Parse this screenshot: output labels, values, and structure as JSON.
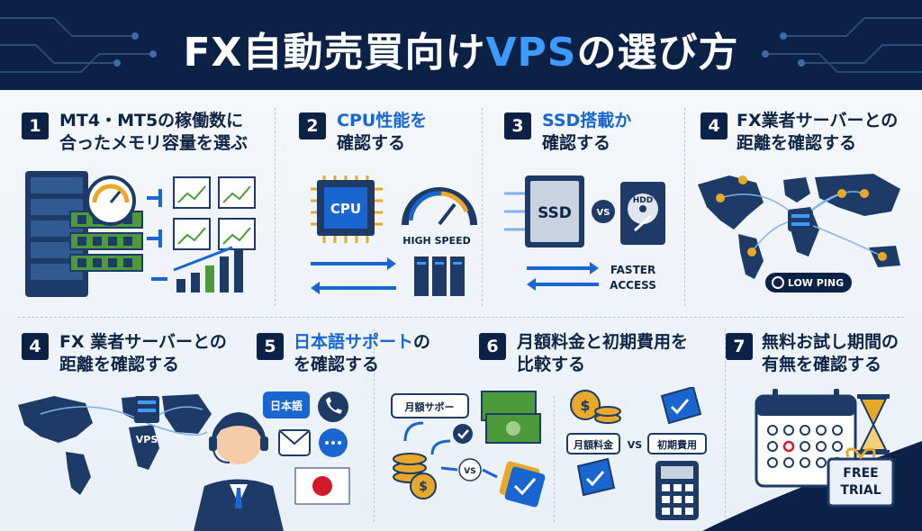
{
  "header": {
    "title_main": "FX自動売買向け",
    "title_accent": "VPS",
    "title_end": "の選び方"
  },
  "steps": [
    {
      "num": "1",
      "line1": "MT4・MT5の稼働数に",
      "line2": "合ったメモリ容量を選ぶ"
    },
    {
      "num": "2",
      "line1": "CPU性能を",
      "line2": "確認する"
    },
    {
      "num": "3",
      "line1": "SSD搭載か",
      "line2": "確認する"
    },
    {
      "num": "4",
      "line1": "FX業者サーバーとの",
      "line2": "距離を確認する"
    },
    {
      "num": "4",
      "line1": "FX 業者サーバーとの",
      "line2": "距離を確認する"
    },
    {
      "num": "5",
      "line1_accent": "日本語サポート",
      "line1_end": "の",
      "line2": "を確認する"
    },
    {
      "num": "6",
      "line1": "月額料金と初期費用を",
      "line2": "比較する"
    },
    {
      "num": "7",
      "line1": "無料お試し期間の",
      "line2": "有無を確認する"
    }
  ],
  "labels": {
    "cpu": "CPU",
    "high_speed": "HIGH SPEED",
    "ssd": "SSD",
    "vs": "VS",
    "hdd": "HDD",
    "faster": "FASTER",
    "access": "ACCESS",
    "low_ping": "LOW PING",
    "vps": "VPS",
    "nihongo": "日本語",
    "monthly_support": "月額サポー",
    "vs_small": "VS",
    "monthly_fee": "月額料金",
    "initial_fee": "初期費用",
    "free": "FREE",
    "trial": "TRIAL"
  },
  "colors": {
    "navy": "#0b2145",
    "accent_blue": "#1a66d0",
    "title_blue": "#3d9bff",
    "gold": "#e8a92a",
    "green": "#4c9a3c"
  }
}
